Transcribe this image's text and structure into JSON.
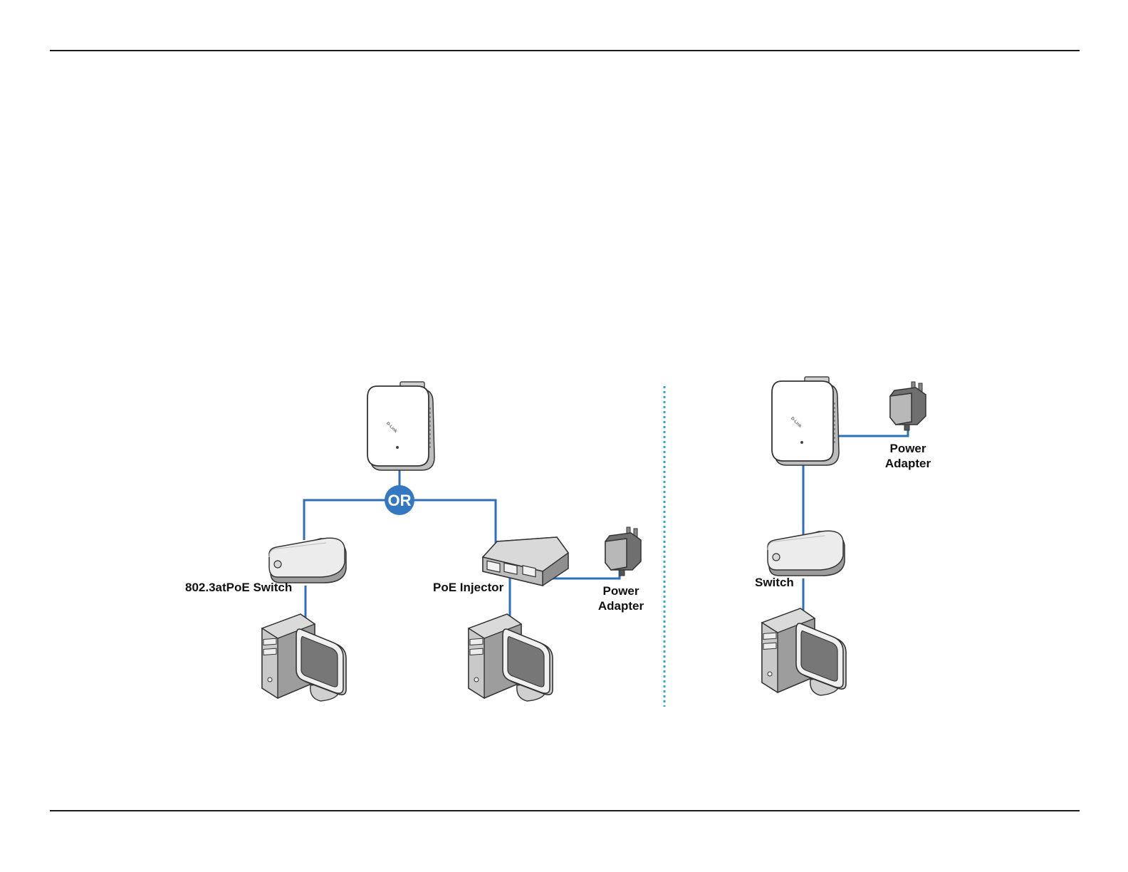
{
  "labels": {
    "or": "OR",
    "poe_switch": "802.3atPoE Switch",
    "poe_injector": "PoE Injector",
    "power_adapter_1_line1": "Power",
    "power_adapter_1_line2": "Adapter",
    "power_adapter_2_line1": "Power",
    "power_adapter_2_line2": "Adapter",
    "switch": "Switch",
    "ap_brand": "D-Link"
  },
  "colors": {
    "cable": "#2f6fb8",
    "or_badge": "#3478c1",
    "divider": "#2aa9c9",
    "device_body": "#e6e6e6",
    "device_outline": "#444444",
    "monitor_screen": "#777777"
  },
  "icons": [
    "access-point-icon",
    "poe-switch-icon",
    "poe-injector-icon",
    "power-adapter-icon",
    "switch-icon",
    "computer-icon"
  ]
}
